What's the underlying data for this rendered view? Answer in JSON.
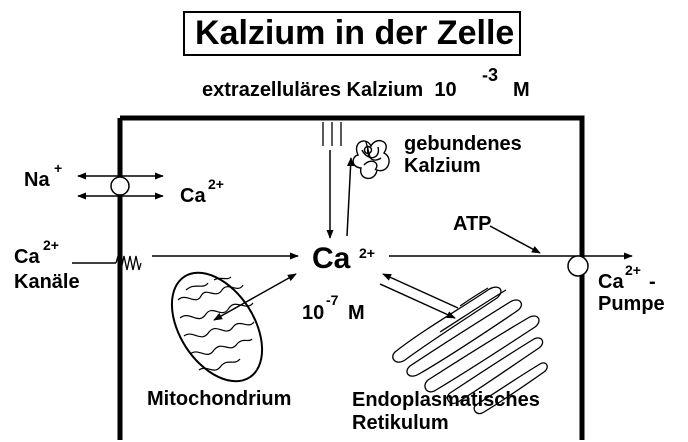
{
  "title": "Kalzium in der Zelle",
  "extracellular": {
    "text": "extrazelluläres Kalzium  10",
    "exponent": "-3",
    "unit": "M"
  },
  "bound_calcium": {
    "line1": "gebundenes",
    "line2": "Kalzium"
  },
  "exchanger": {
    "na_label": "Na",
    "na_charge": "+",
    "ca_label": "Ca",
    "ca_charge": "2+"
  },
  "channels": {
    "ca_label": "Ca",
    "ca_charge": "2+",
    "label": "Kanäle"
  },
  "center": {
    "label": "Ca",
    "charge": "2+",
    "conc_base": "10",
    "conc_exp": "-7",
    "conc_unit": "M"
  },
  "pump": {
    "atp": "ATP",
    "ca_label": "Ca",
    "ca_charge": "2+",
    "suffix": "-",
    "label": "Pumpe"
  },
  "mitochondrion_label": "Mitochondrium",
  "er_label": {
    "line1": "Endoplasmatisches",
    "line2": "Retikulum"
  }
}
